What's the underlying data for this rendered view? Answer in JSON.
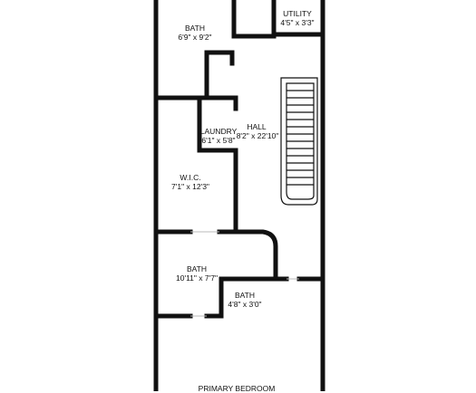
{
  "rooms": {
    "bath_top": {
      "name": "BATH",
      "dims": "6'9\" x 9'2\""
    },
    "utility": {
      "name": "UTILITY",
      "dims": "4'5\" x 3'3\""
    },
    "laundry": {
      "name": "LAUNDRY",
      "dims": "6'1\" x 5'8\""
    },
    "hall": {
      "name": "HALL",
      "dims": "8'2\" x 22'10\""
    },
    "wic": {
      "name": "W.I.C.",
      "dims": "7'1\" x 12'3\""
    },
    "bath_mid": {
      "name": "BATH",
      "dims": "10'11\" x 7'7\""
    },
    "bath_small": {
      "name": "BATH",
      "dims": "4'8\" x 3'0\""
    },
    "primary_bedroom": {
      "name": "PRIMARY BEDROOM"
    }
  }
}
